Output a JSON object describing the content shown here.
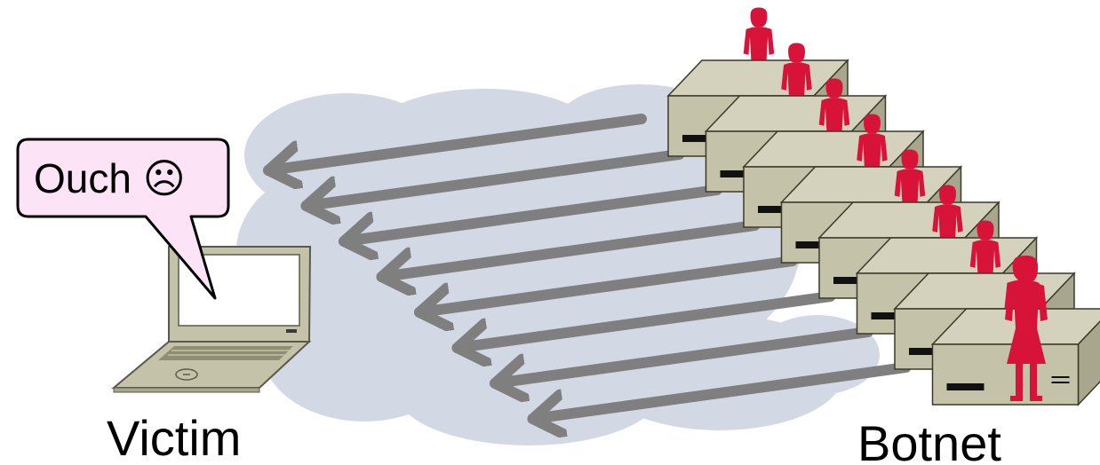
{
  "labels": {
    "victim": "Victim",
    "botnet": "Botnet",
    "speech": "Ouch ☹"
  },
  "colors": {
    "cloud": "#d3d9e4",
    "arrow": "#7f7f7f",
    "person": "#d8133a",
    "server_front": "#c4c2a8",
    "server_top": "#d4d2bc",
    "server_side": "#a8a68c",
    "bubble_fill": "#fce4f6",
    "laptop": "#c4c2a8"
  },
  "icons": {
    "victim_device": "laptop-icon",
    "bot_device": "server-icon",
    "bot_operator": "person-icon",
    "network": "cloud-icon",
    "emoji": "frowning-face"
  },
  "bots": {
    "count": 8
  },
  "attack": {
    "arrows": 8
  }
}
